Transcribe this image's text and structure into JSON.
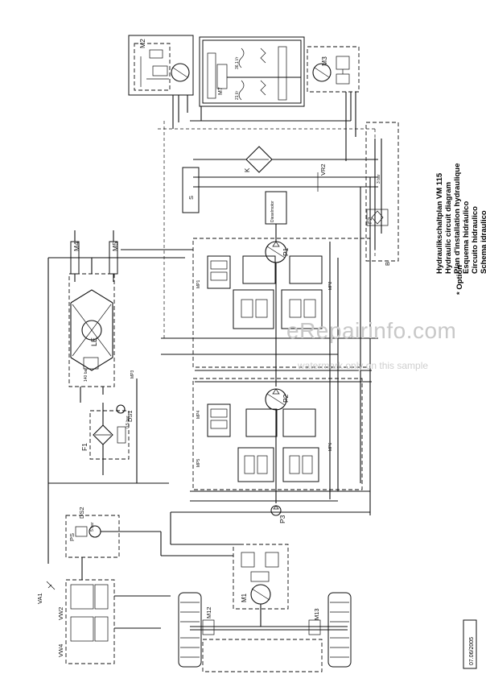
{
  "title_block": {
    "lines": [
      "Hydraulikschaltplan  VM 115",
      "Hydraulic circuit diagram",
      "Plan d'installation hydraulique",
      "Esquema hidráulico",
      "Circuito hidraulico",
      "Schema idraulico"
    ],
    "option_note": "* Option"
  },
  "watermark": {
    "brand": "eRepairinfo.com",
    "notice": "watermark only on this sample"
  },
  "doc_number": "07.06/2005",
  "components": {
    "m2": "M2",
    "m3": "M3",
    "m7": "M7",
    "m4": "M4",
    "m5": "M5",
    "m1": "M1",
    "m12": "M12",
    "m13": "M13",
    "p1": "P1",
    "p2": "P2",
    "p3": "P3",
    "f1": "F1",
    "f2": "F2",
    "le": "LE",
    "ds1": "DS1",
    "ds2": "DS2",
    "ps": "PS",
    "va1": "VA1",
    "vw2": "VW2",
    "vw4": "VW4",
    "vr2": "VR2",
    "k": "K",
    "s": "S",
    "b": "B"
  },
  "small_labels": {
    "engine": "Dieselmotor",
    "m7_top": "36,1 l/r",
    "m7_bot": "21 l/r",
    "bar_3": "3 bar",
    "bar_5": "5 bar",
    "bar_05": "0,5 bar",
    "bar_140": "140 bar",
    "mp3": "MP3",
    "mp4": "MP4",
    "mp5": "MP5",
    "mp6": "MP6",
    "mp1": "MP1",
    "mp2": "MP2"
  }
}
